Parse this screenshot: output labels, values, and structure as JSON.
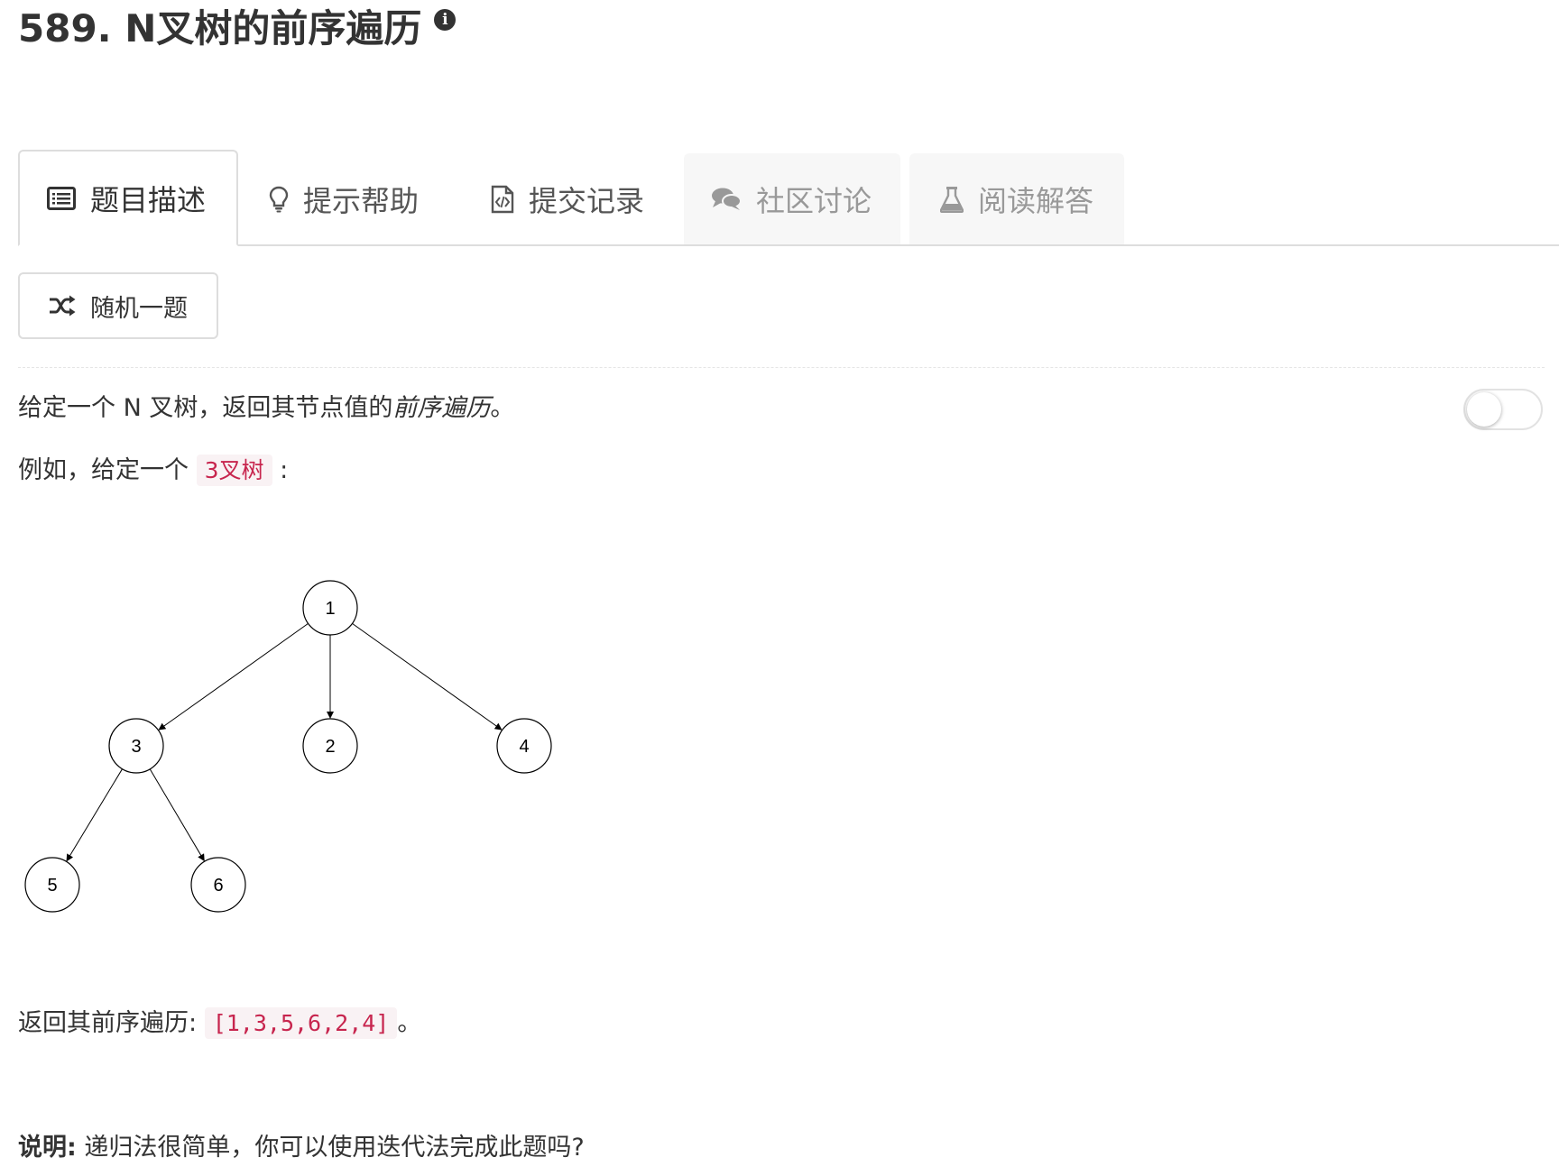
{
  "problem": {
    "title": "589. N叉树的前序遍历",
    "info_icon": "info-icon"
  },
  "tabs": [
    {
      "label": "题目描述",
      "icon": "list-icon",
      "state": "active"
    },
    {
      "label": "提示帮助",
      "icon": "lightbulb-icon",
      "state": "normal"
    },
    {
      "label": "提交记录",
      "icon": "code-file-icon",
      "state": "normal"
    },
    {
      "label": "社区讨论",
      "icon": "comments-icon",
      "state": "disabled"
    },
    {
      "label": "阅读解答",
      "icon": "flask-icon",
      "state": "disabled"
    }
  ],
  "random_button": {
    "label": "随机一题",
    "icon": "shuffle-icon"
  },
  "description": {
    "line1_prefix": "给定一个 N 叉树，返回其节点值的",
    "line1_emphasis": "前序遍历",
    "line1_suffix": "。",
    "line2_prefix": "例如，给定一个 ",
    "line2_code": "3叉树",
    "line2_suffix": " :",
    "line3_prefix": "返回其前序遍历: ",
    "line3_code": "[1,3,5,6,2,4]",
    "line3_suffix": "。",
    "note_label": "说明:",
    "note_text": " 递归法很简单，你可以使用迭代法完成此题吗?"
  },
  "tree": {
    "nodes": [
      {
        "id": "1",
        "label": "1"
      },
      {
        "id": "3",
        "label": "3"
      },
      {
        "id": "2",
        "label": "2"
      },
      {
        "id": "4",
        "label": "4"
      },
      {
        "id": "5",
        "label": "5"
      },
      {
        "id": "6",
        "label": "6"
      }
    ],
    "edges": [
      {
        "from": "1",
        "to": "3"
      },
      {
        "from": "1",
        "to": "2"
      },
      {
        "from": "1",
        "to": "4"
      },
      {
        "from": "3",
        "to": "5"
      },
      {
        "from": "3",
        "to": "6"
      }
    ]
  },
  "toggle": {
    "state": "off"
  },
  "colors": {
    "code_text": "#c7254e",
    "code_bg": "#f9f2f4",
    "border": "#dddddd",
    "muted_tab_bg": "#f7f7f7"
  }
}
